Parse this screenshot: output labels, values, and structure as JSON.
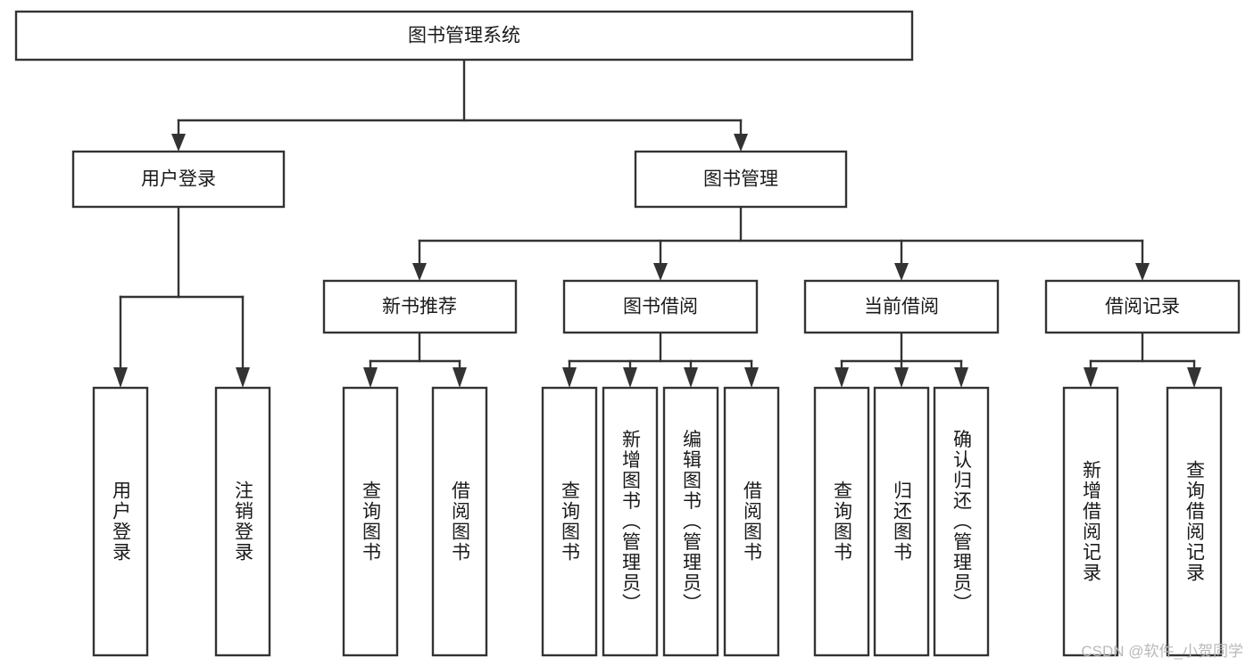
{
  "diagram": {
    "title": "图书管理系统",
    "type": "tree-hierarchy",
    "watermark": "CSDN @软件_小贺同学",
    "colors": {
      "stroke": "#333333",
      "fill": "#ffffff",
      "text": "#1a1a1a",
      "watermark": "#b9b9b9"
    },
    "levels": {
      "root": {
        "label": "图书管理系统"
      },
      "level2": [
        {
          "label": "用户登录"
        },
        {
          "label": "图书管理"
        }
      ],
      "level3": [
        {
          "label": "新书推荐"
        },
        {
          "label": "图书借阅"
        },
        {
          "label": "当前借阅"
        },
        {
          "label": "借阅记录"
        }
      ],
      "leaves": {
        "user_login": [
          {
            "label": "用户登录"
          },
          {
            "label": "注销登录"
          }
        ],
        "new_book_recommend": [
          {
            "label": "查询图书"
          },
          {
            "label": "借阅图书"
          }
        ],
        "book_borrow": [
          {
            "label": "查询图书"
          },
          {
            "label": "新增图书（管理员）"
          },
          {
            "label": "编辑图书（管理员）"
          },
          {
            "label": "借阅图书"
          }
        ],
        "current_borrow": [
          {
            "label": "查询图书"
          },
          {
            "label": "归还图书"
          },
          {
            "label": "确认归还（管理员）"
          }
        ],
        "borrow_record": [
          {
            "label": "新增借阅记录"
          },
          {
            "label": "查询借阅记录"
          }
        ]
      }
    }
  }
}
